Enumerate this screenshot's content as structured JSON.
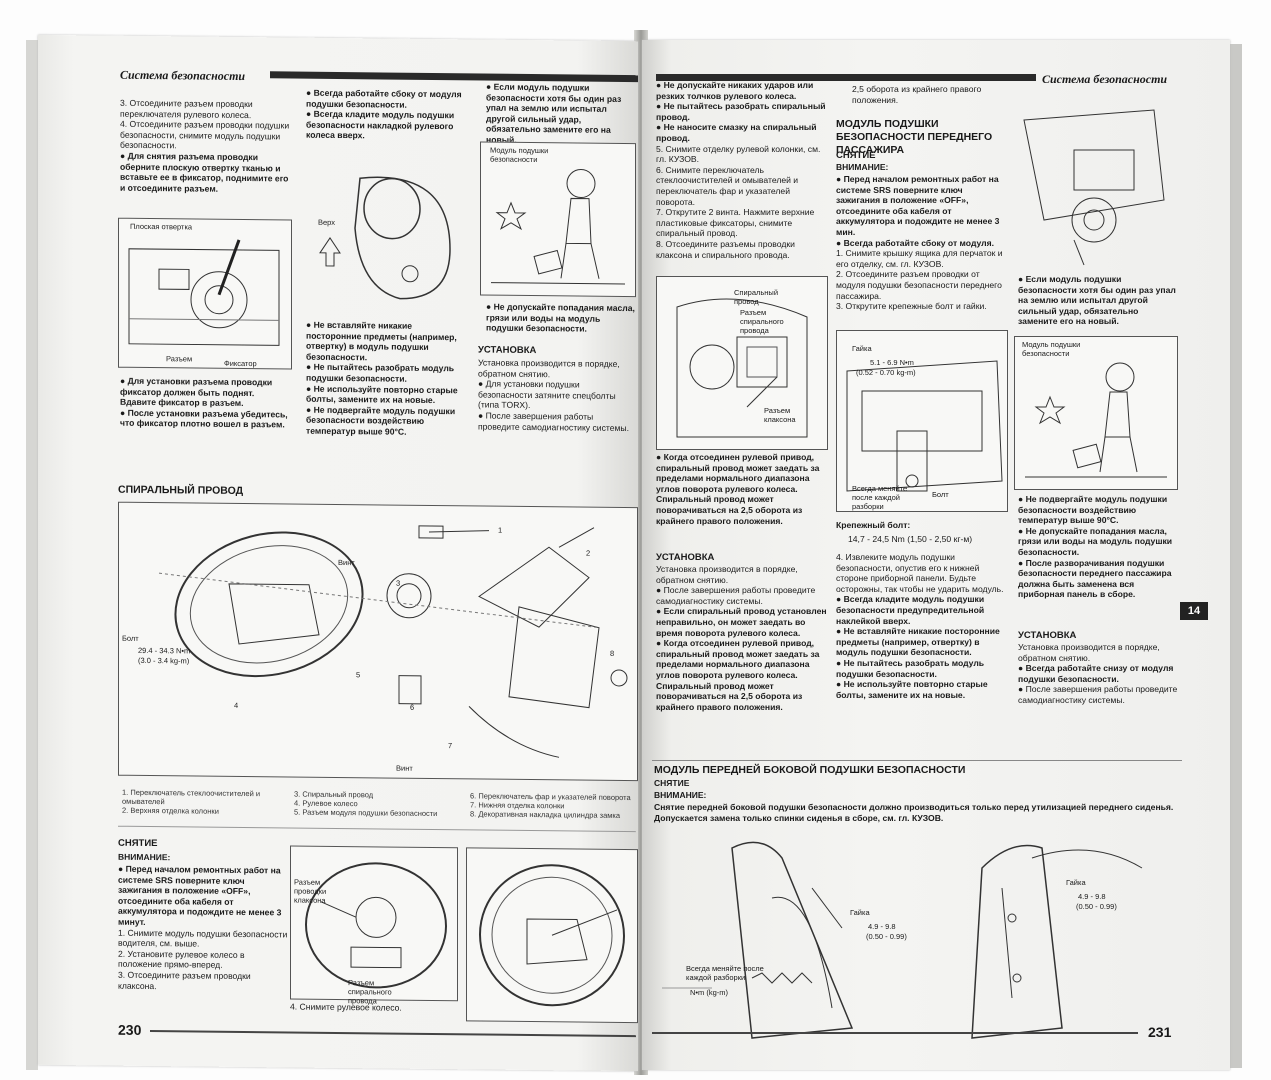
{
  "left_page": {
    "header": "Система безопасности",
    "page_number": "230",
    "col1": [
      "3. Отсоедините разъем проводки переключателя рулевого колеса.",
      "4. Отсоедините разъем проводки подушки безопасности, снимите модуль подушки безопасности.",
      "● Для снятия разъема проводки оберните плоскую отвертку тканью и вставьте ее в фиксатор, поднимите его и отсоедините разъем."
    ],
    "fig1_labels": {
      "screwdriver": "Плоская отвертка",
      "connector": "Разъем",
      "lock": "Фиксатор"
    },
    "col1_bottom": [
      "● Для установки разъема проводки фиксатор должен быть поднят. Вдавите фиксатор в разъем.",
      "● После установки разъема убедитесь, что фиксатор плотно вошел в разъем."
    ],
    "col2_top": [
      "● Всегда работайте сбоку от модуля подушки безопасности.",
      "● Всегда кладите модуль подушки безопасности накладкой рулевого колеса вверх."
    ],
    "fig2_label": "Верх",
    "col2_bottom": [
      "● Не вставляйте никакие посторонние предметы (например, отвертку) в модуль подушки безопасности.",
      "● Не пытайтесь разобрать модуль подушки безопасности.",
      "● Не используйте повторно старые болты, замените их на новые.",
      "● Не подвергайте модуль подушки безопасности воздействию температур выше 90°C."
    ],
    "col3_top": [
      "● Если модуль подушки безопасности хотя бы один раз упал на землю или испытал другой сильный удар, обязательно замените его на новый."
    ],
    "fig3_label": "Модуль подушки безопасности",
    "col3_bottom": [
      "● Не допускайте попадания масла, грязи или воды на модуль подушки безопасности."
    ],
    "install_heading": "УСТАНОВКА",
    "install_text": [
      "Установка производится в порядке, обратном снятию.",
      "● Для установки подушки безопасности затяните спецболты (типа TORX).",
      "● После завершения работы проведите самодиагностику системы."
    ],
    "spiral_heading": "СПИРАЛЬНЫЙ ПРОВОД",
    "spiral_fig": {
      "bolt": "Болт",
      "torque1": "29.4 - 34.3 N•m",
      "torque2": "(3.0 - 3.4 kg-m)",
      "screw": "Винт",
      "screw2": "Винт",
      "nums": [
        "1",
        "2",
        "3",
        "4",
        "5",
        "6",
        "7",
        "8"
      ]
    },
    "legend": [
      "1. Переключатель стеклоочистителей и омывателей",
      "2. Верхняя отделка колонки",
      "3. Спиральный провод",
      "4. Рулевое колесо",
      "5. Разъем модуля подушки безопасности",
      "6. Переключатель фар и указателей поворота",
      "7. Нижняя отделка колонки",
      "8. Декоративная накладка цилиндра замка"
    ],
    "removal_heading": "СНЯТИЕ",
    "attention": "ВНИМАНИЕ:",
    "removal_text": [
      "● Перед началом ремонтных работ на системе SRS поверните ключ зажигания в положение «OFF», отсоедините оба кабеля от аккумулятора и подождите не менее 3 минут.",
      "1. Снимите модуль подушки безопасности водителя, см. выше.",
      "2. Установите рулевое колесо в положение прямо-вперед.",
      "3. Отсоедините разъем проводки клаксона."
    ],
    "fig4_labels": {
      "horn": "Разъем проводки клаксона",
      "spiral": "Разъем спирального провода"
    },
    "step4": "4. Снимите рулевое колесо."
  },
  "right_page": {
    "header": "Система безопасности",
    "page_number": "231",
    "tab": "14",
    "col1_top": [
      "● Не допускайте никаких ударов или резких толчков рулевого колеса.",
      "● Не пытайтесь разобрать спиральный провод.",
      "● Не наносите смазку на спиральный провод.",
      "5. Снимите отделку рулевой колонки, см. гл. КУЗОВ.",
      "6. Снимите переключатель стеклоочистителей и омывателей и переключатель фар и указателей поворота.",
      "7. Открутите 2 винта. Нажмите верхние пластиковые фиксаторы, снимите спиральный провод.",
      "8. Отсоедините разъемы проводки клаксона и спирального провода."
    ],
    "fig5_labels": {
      "spiral": "Спиральный провод",
      "connector": "Разъем спирального провода",
      "horn": "Разъем клаксона"
    },
    "col1_mid": "● Когда отсоединен рулевой привод, спиральный провод может заедать за пределами нормального диапазона углов поворота рулевого колеса. Спиральный провод может поворачиваться на 2,5 оборота из крайнего правого положения.",
    "install_heading": "УСТАНОВКА",
    "col1_install": [
      "Установка производится в порядке, обратном снятию.",
      "● После завершения работы проведите самодиагностику системы.",
      "● Если спиральный провод установлен неправильно, он может заедать во время поворота рулевого колеса.",
      "● Когда отсоединен рулевой привод, спиральный провод может заедать за пределами нормального диапазона углов поворота рулевого колеса. Спиральный провод может поворачиваться на 2,5 оборота из крайнего правого положения."
    ],
    "col2_top": "2,5 оборота из крайнего правого положения.",
    "passenger_heading": "МОДУЛЬ ПОДУШКИ БЕЗОПАСНОСТИ ПЕРЕДНЕГО ПАССАЖИРА",
    "removal_heading": "СНЯТИЕ",
    "attention": "ВНИМАНИЕ:",
    "col2_text": [
      "● Перед началом ремонтных работ на системе SRS поверните ключ зажигания в положение «OFF», отсоедините оба кабеля от аккумулятора и подождите не менее 3 мин.",
      "● Всегда работайте сбоку от модуля.",
      "1. Снимите крышку ящика для перчаток и его отделку, см. гл. КУЗОВ.",
      "2. Отсоедините разъем проводки от модуля подушки безопасности переднего пассажира.",
      "3. Открутите крепежные болт и гайки."
    ],
    "fig6_labels": {
      "nut": "Гайка",
      "torque1": "5.1 - 6.9 N•m",
      "torque2": "(0.52 - 0.70 kg-m)",
      "replace": "Всегда меняйте после каждой разборки",
      "bolt": "Болт"
    },
    "bolt_heading": "Крепежный болт:",
    "bolt_torque": "14,7 - 24,5 Nm (1,50 - 2,50 кг-м)",
    "col2_bottom": [
      "4. Извлеките модуль подушки безопасности, опустив его к нижней стороне приборной панели. Будьте осторожны, так чтобы не ударить модуль.",
      "● Всегда кладите модуль подушки безопасности предупредительной наклейкой вверх.",
      "● Не вставляйте никакие посторонние предметы (например, отвертку) в модуль подушки безопасности.",
      "● Не пытайтесь разобрать модуль подушки безопасности.",
      "● Не используйте повторно старые болты, замените их на новые."
    ],
    "col3_mid": "● Если модуль подушки безопасности хотя бы один раз упал на землю или испытал другой сильный удар, обязательно замените его на новый.",
    "fig8_label": "Модуль подушки безопасности",
    "col3_bottom": [
      "● Не подвергайте модуль подушки безопасности воздействию температур выше 90°C.",
      "● Не допускайте попадания масла, грязи или воды на модуль подушки безопасности.",
      "● После разворачивания подушки безопасности переднего пассажира должна быть заменена вся приборная панель в сборе."
    ],
    "col3_install": [
      "Установка производится в порядке, обратном снятию.",
      "● Всегда работайте снизу от модуля подушки безопасности.",
      "● После завершения работы проведите самодиагностику системы."
    ],
    "side_heading": "МОДУЛЬ ПЕРЕДНЕЙ БОКОВОЙ ПОДУШКИ БЕЗОПАСНОСТИ",
    "side_removal": "СНЯТИЕ",
    "side_text": "Снятие передней боковой подушки безопасности должно производиться только перед утилизацией переднего сиденья. Допускается замена только спинки сиденья в сборе, см. гл. КУЗОВ.",
    "fig9_labels": {
      "nut": "Гайка",
      "torque1": "4.9 - 9.8",
      "torque2": "(0.50 - 0.99)",
      "replace": "Всегда меняйте после каждой разборки",
      "unit": "N•m (kg-m)"
    },
    "fig10_labels": {
      "nut": "Гайка",
      "torque1": "4.9 - 9.8",
      "torque2": "(0.50 - 0.99)"
    }
  }
}
